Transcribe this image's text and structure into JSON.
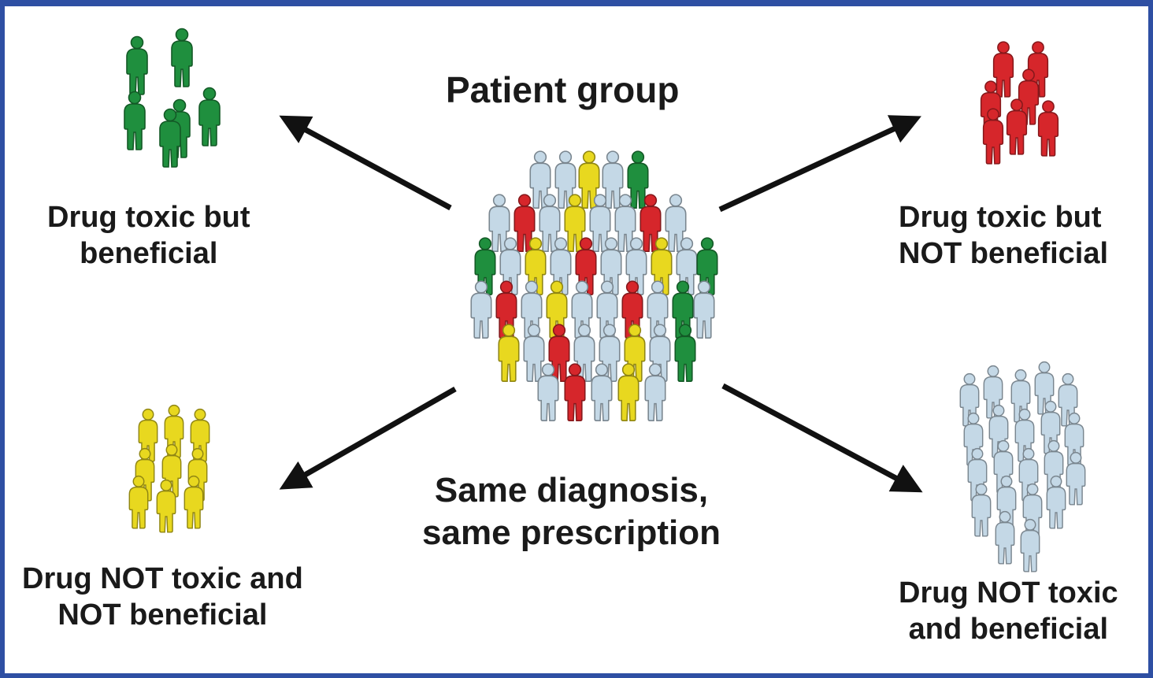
{
  "diagram": {
    "center_title": "Patient group",
    "center_caption": {
      "line1": "Same diagnosis,",
      "line2": "same prescription"
    },
    "outcomes": [
      {
        "id": "toxic-beneficial",
        "line1": "Drug toxic but",
        "line2": "beneficial",
        "color": "#1f8f3e"
      },
      {
        "id": "toxic-not-beneficial",
        "line1": "Drug toxic but",
        "line2": "NOT beneficial",
        "color": "#d6262b"
      },
      {
        "id": "not-toxic-not-beneficial",
        "line1": "Drug NOT toxic and",
        "line2": "NOT beneficial",
        "color": "#e8d81f"
      },
      {
        "id": "not-toxic-beneficial",
        "line1": "Drug NOT toxic",
        "line2": "and beneficial",
        "color": "#c4d8e6"
      }
    ]
  }
}
